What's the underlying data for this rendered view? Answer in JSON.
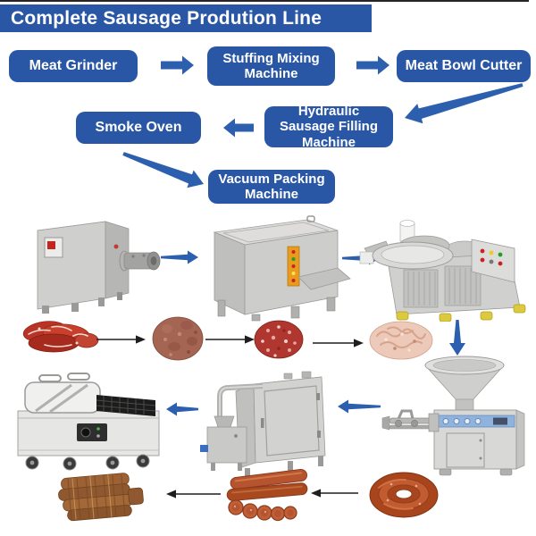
{
  "title": "Complete Sausage Prodution Line",
  "flowchart": {
    "steps": [
      {
        "label": "Meat Grinder"
      },
      {
        "label": "Stuffing Mixing Machine"
      },
      {
        "label": "Meat Bowl Cutter"
      },
      {
        "label": "Hydraulic Sausage Filling Machine"
      },
      {
        "label": "Smoke Oven"
      },
      {
        "label": "Vacuum Packing Machine"
      }
    ]
  },
  "colors": {
    "banner_blue": "#2a57a5",
    "arrow_blue": "#2c5fae",
    "black_arrow": "#1e1e1e",
    "label_text": "#ffffff"
  }
}
